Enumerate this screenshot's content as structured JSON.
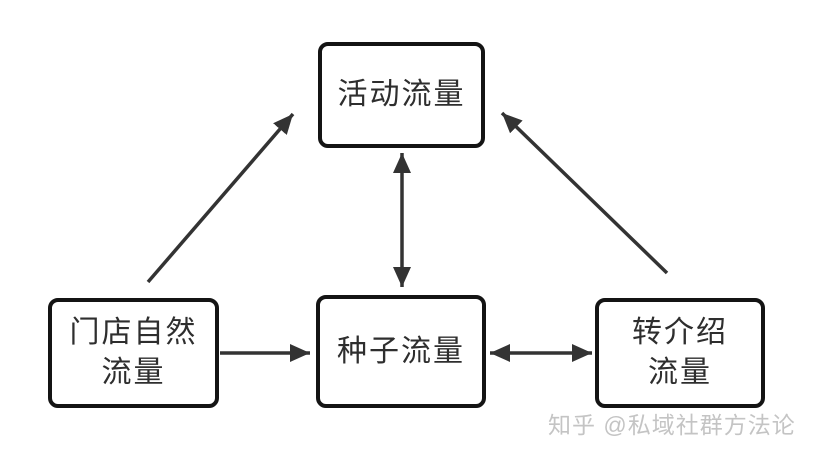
{
  "diagram": {
    "nodes": {
      "activity": {
        "id": "activity",
        "label": "活动流量"
      },
      "store": {
        "id": "store",
        "label": "门店自然\n流量"
      },
      "seed": {
        "id": "seed",
        "label": "种子流量"
      },
      "referral": {
        "id": "referral",
        "label": "转介绍\n流量"
      }
    },
    "edges": [
      {
        "from": "store",
        "to": "activity",
        "type": "one-way"
      },
      {
        "from": "referral",
        "to": "activity",
        "type": "one-way"
      },
      {
        "from": "activity",
        "to": "seed",
        "type": "two-way"
      },
      {
        "from": "store",
        "to": "seed",
        "type": "one-way"
      },
      {
        "from": "seed",
        "to": "referral",
        "type": "two-way"
      }
    ],
    "watermark": "知乎 @私域社群方法论",
    "colors": {
      "background": "#ffffff",
      "box_border": "#141414",
      "box_fill": "#ffffff",
      "text": "#2e2e2e",
      "arrow": "#333333",
      "watermark": "#c4c4c4"
    }
  }
}
